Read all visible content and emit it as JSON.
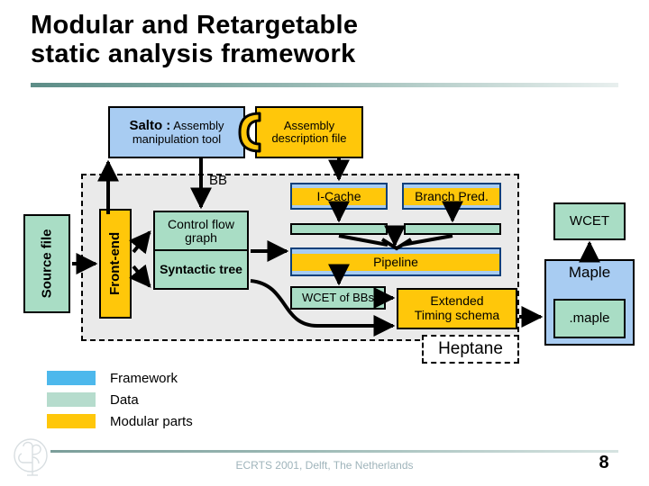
{
  "slide": {
    "title": "Modular and Retargetable\nstatic analysis framework",
    "page_number": "8",
    "footer": "ECRTS 2001, Delft, The Netherlands",
    "logo_icon": "irisa-logo-icon"
  },
  "diagram": {
    "top": {
      "salto_bold": "Salto :",
      "salto_rest": "Assembly",
      "salto_line2": "manipulation tool",
      "asm_file_line1": "Assembly",
      "asm_file_line2": "description file",
      "link_icon": "c-clamp-connector-icon"
    },
    "bb_label": "BB",
    "left": {
      "source_file": "Source file",
      "front_end": "Front-end"
    },
    "ir": {
      "control_flow_graph": "Control flow graph",
      "syntactic_tree": "Syntactic tree"
    },
    "modules": {
      "icache": "I-Cache",
      "branch_pred": "Branch Pred.",
      "pipeline": "Pipeline"
    },
    "results": {
      "wcet_of_bbs": "WCET of BBs",
      "extended_timing_line1": "Extended",
      "extended_timing_line2": "Timing schema"
    },
    "right": {
      "wcet": "WCET",
      "maple": "Maple",
      "maple_file": ".maple"
    },
    "region_label": "Heptane"
  },
  "legend": {
    "items": [
      {
        "label": "Framework",
        "color": "#4db8ec"
      },
      {
        "label": "Data",
        "color": "#b6dccd"
      },
      {
        "label": "Modular parts",
        "color": "#ffc70a"
      }
    ]
  },
  "colors": {
    "framework": "#a8ccf2",
    "data": "#a9ddc5",
    "modular": "#ffc70a",
    "region_fill": "#eaeaea",
    "rule": "#7b9e9a"
  }
}
